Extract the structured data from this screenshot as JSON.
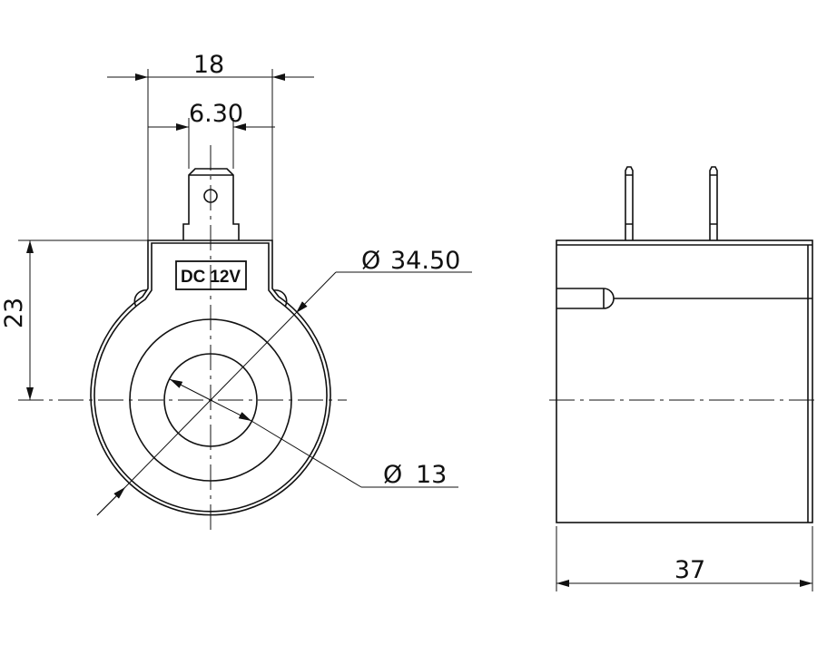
{
  "title": "Solenoid coil dimension drawing",
  "label": "DC 12V",
  "dimensions": {
    "width": "18",
    "terminal_width": "6.30",
    "height": "23",
    "outer_diameter": "34.50",
    "inner_diameter": "13",
    "length": "37",
    "diameter_symbol": "Ø"
  },
  "colors": {
    "line": "#111111",
    "background": "#ffffff"
  }
}
